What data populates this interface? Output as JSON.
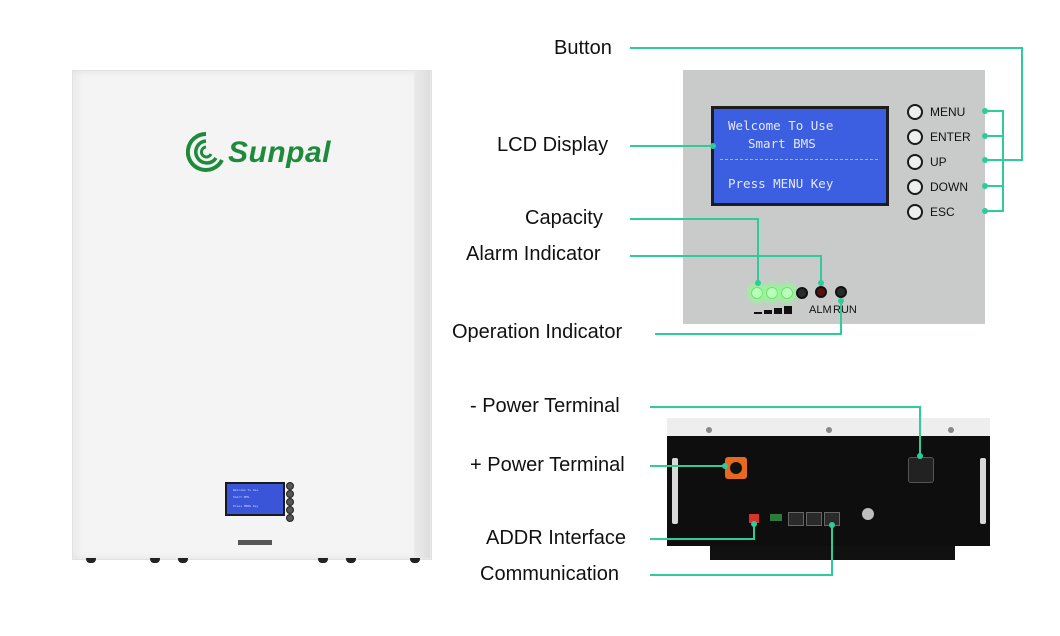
{
  "brand": {
    "name": "Sunpal",
    "color": "#1f8a3c"
  },
  "colors": {
    "callout_line": "#2ecc9a",
    "lcd_blue": "#3c5ee0",
    "led_green": "#8cff8c"
  },
  "callouts": {
    "button": "Button",
    "lcd_display": "LCD Display",
    "capacity": "Capacity",
    "alarm_indicator": "Alarm Indicator",
    "operation_indicator": "Operation Indicator",
    "neg_power_terminal": "- Power Terminal",
    "pos_power_terminal": "+ Power Terminal",
    "addr_interface": "ADDR Interface",
    "communication": "Communication"
  },
  "lcd": {
    "line1": "Welcome To Use",
    "line2": "Smart BMS",
    "line3": "Press MENU Key"
  },
  "buttons": [
    "MENU",
    "ENTER",
    "UP",
    "DOWN",
    "ESC"
  ],
  "indicators": {
    "alm": "ALM",
    "run": "RUN"
  },
  "capacity_leds_on": 3
}
